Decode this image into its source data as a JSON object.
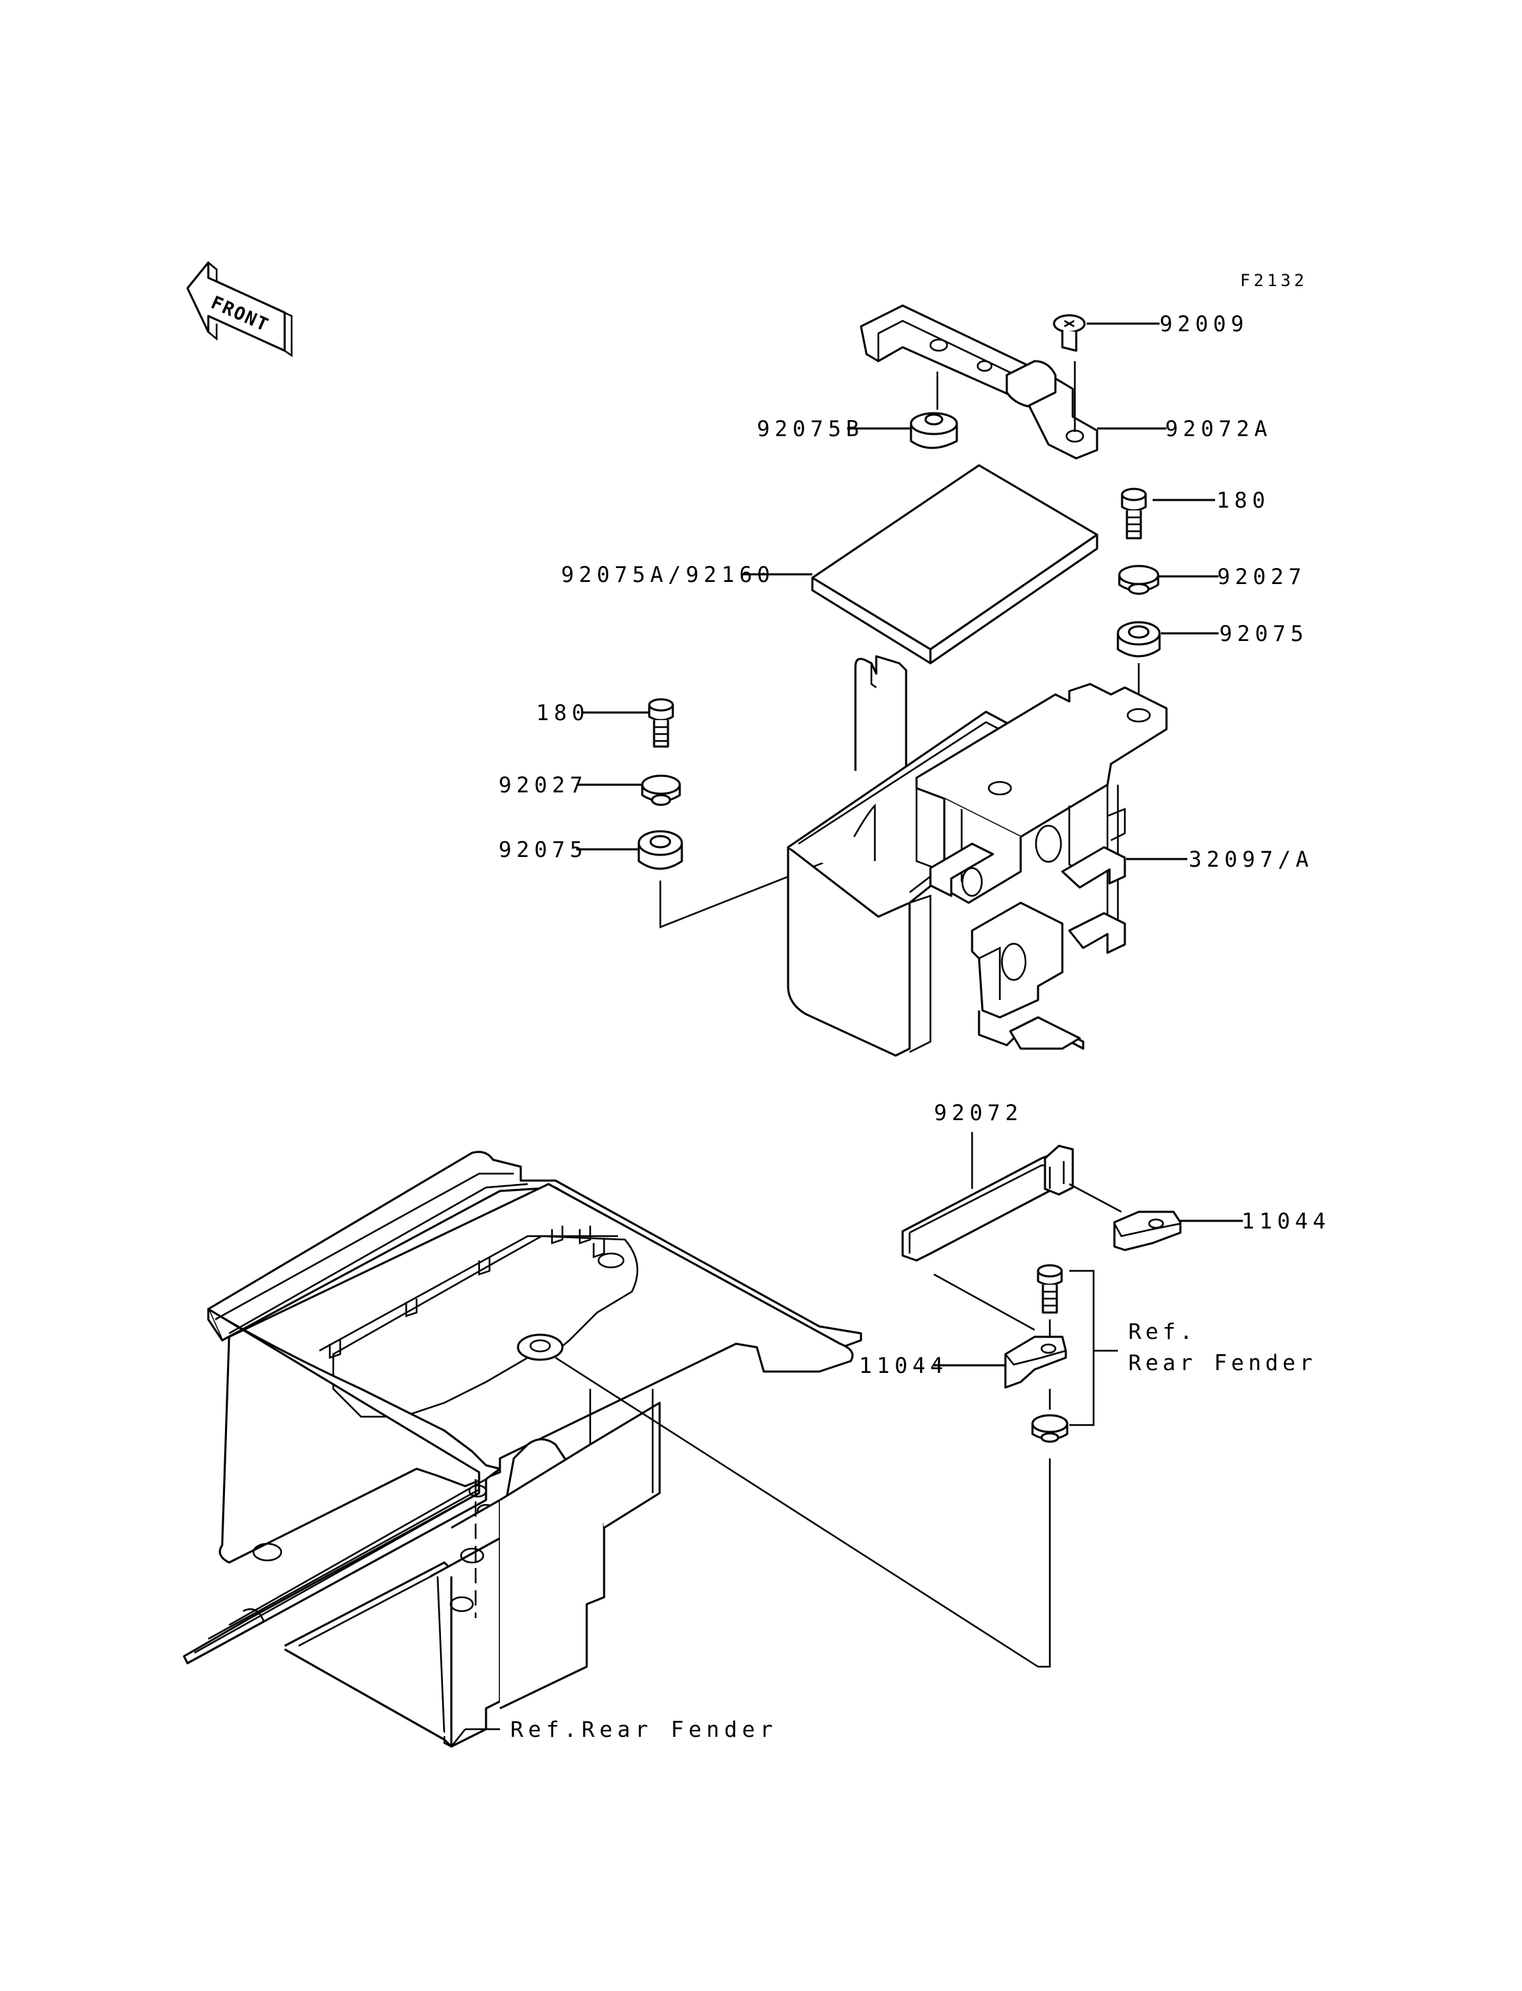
{
  "diagram_code": "F2132",
  "front_arrow": {
    "label": "FRONT"
  },
  "labels": {
    "p92009": "92009",
    "p92072A": "92072A",
    "p92075B": "92075B",
    "p180_right": "180",
    "p92075A_92160": "92075A/92160",
    "p92027_right": "92027",
    "p92075_right": "92075",
    "p180_left": "180",
    "p92027_left": "92027",
    "p92075_left": "92075",
    "p32097A": "32097/A",
    "p92072": "92072",
    "p11044_right": "11044",
    "p11044_left": "11044",
    "ref_rear_fender_ref": "Ref.",
    "ref_rear_fender_text": "Rear Fender",
    "ref_rear_fender_bottom": "Ref.Rear Fender"
  }
}
